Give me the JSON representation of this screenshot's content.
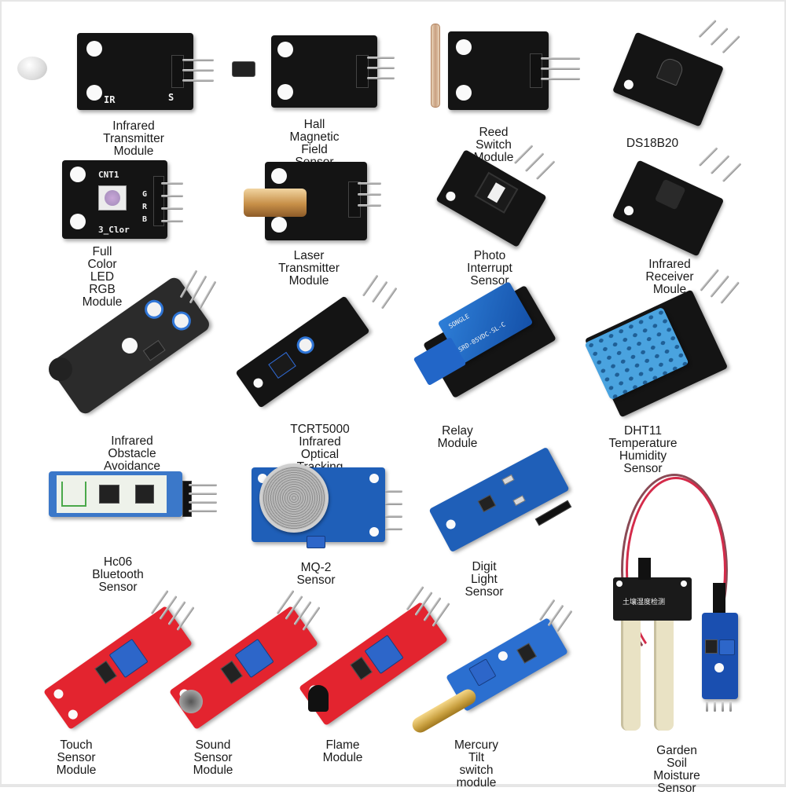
{
  "title": "Sensor Module Kit",
  "modules": [
    {
      "label": "Infrared Transmitter\nModule",
      "board_color": "#141414"
    },
    {
      "label": "Hall Magnetic\nField Sensor",
      "board_color": "#141414"
    },
    {
      "label": "Reed Switch Module",
      "board_color": "#141414"
    },
    {
      "label": "DS18B20",
      "board_color": "#141414"
    },
    {
      "label": "Full Color LED\nRGB Module",
      "board_color": "#141414",
      "silk": [
        "CNT1",
        "3_Clor",
        "G",
        "R",
        "B"
      ]
    },
    {
      "label": "Laser Transmitter\nModule",
      "board_color": "#141414"
    },
    {
      "label": "Photo Interrupt\nSensor",
      "board_color": "#141414"
    },
    {
      "label": "Infrared Receiver Moule",
      "board_color": "#141414"
    },
    {
      "label": "Infrared Obstacle Avoidance\nSensor",
      "board_color": "#141414"
    },
    {
      "label": "TCRT5000 Infrared Optical\nTracking Sensor",
      "board_color": "#141414"
    },
    {
      "label": "Relay\nModule",
      "board_color": "#1f5fb8",
      "silk": [
        "SONGLE",
        "SRD-05VDC-SL-C"
      ]
    },
    {
      "label": "DHT11 Temperature\nHumidity Sensor",
      "board_color": "#141414"
    },
    {
      "label": "Hc06 Bluetooth\nSensor",
      "board_color": "#1f5fb8"
    },
    {
      "label": "MQ-2 Sensor",
      "board_color": "#1f5fb8"
    },
    {
      "label": "Digit Light Sensor",
      "board_color": "#1f5fb8"
    },
    {
      "label": "Touch Sensor\nModule",
      "board_color": "#e3242f"
    },
    {
      "label": "Sound Sensor\nModule",
      "board_color": "#e3242f"
    },
    {
      "label": "Flame\nModule",
      "board_color": "#e3242f"
    },
    {
      "label": "Mercury Tilt\nswitch module",
      "board_color": "#1f5fb8"
    },
    {
      "label": "Garden Soil Moisture Sensor",
      "board_color": "#1f5fb8",
      "silk": [
        "土壤湿度检测"
      ]
    }
  ],
  "pin_labels": {
    "s": "S",
    "minus": "-",
    "ir": "IR"
  }
}
